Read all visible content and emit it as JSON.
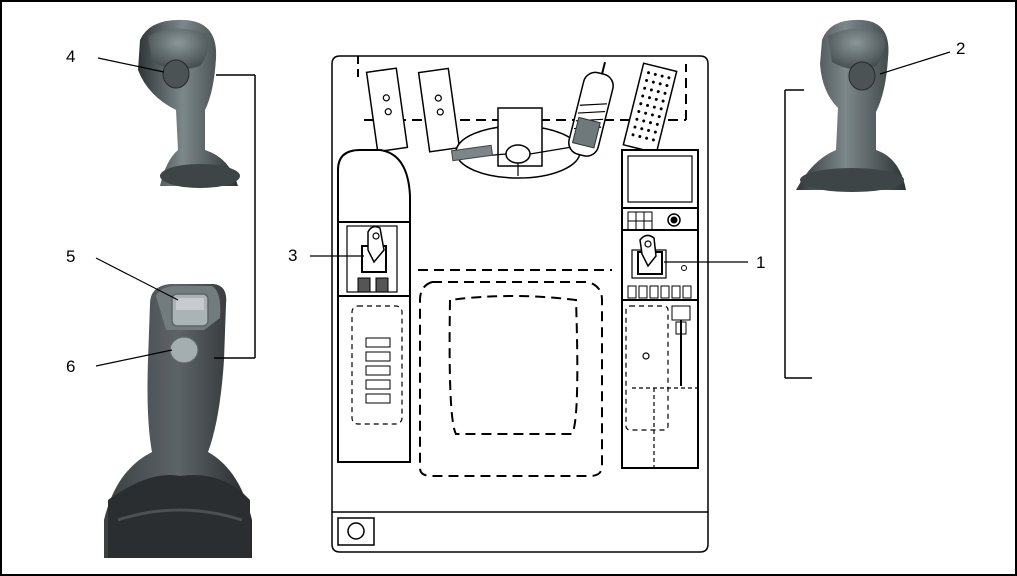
{
  "diagram": {
    "callouts": {
      "c1": "1",
      "c2": "2",
      "c3": "3",
      "c4": "4",
      "c5": "5",
      "c6": "6"
    },
    "palette": {
      "border": "#000000",
      "joystick_dark": "#3a4143",
      "joystick_mid": "#6b7678",
      "joystick_light": "#9fa8aa",
      "button_grey": "#8d9597",
      "cab_fill": "#ffffff"
    }
  }
}
